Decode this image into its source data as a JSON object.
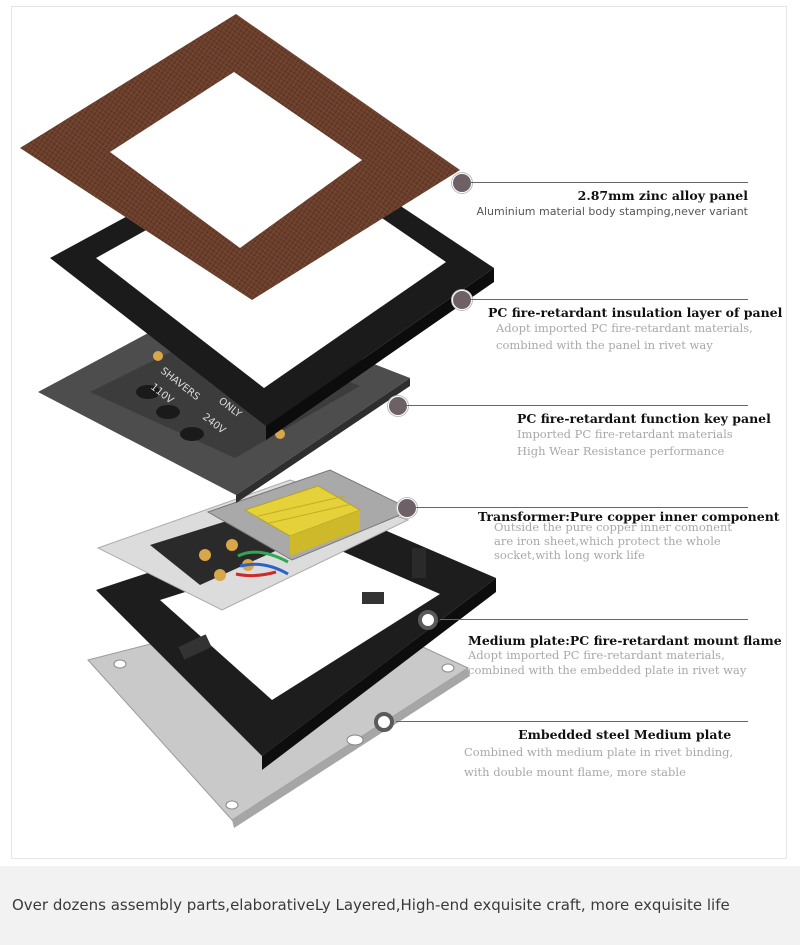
{
  "callouts": [
    {
      "title": "2.87mm zinc alloy panel",
      "lines": [
        "Aluminium material body stamping,never variant"
      ]
    },
    {
      "title": "PC fire-retardant insulation layer of panel",
      "lines": [
        "Adopt imported PC fire-retardant materials,",
        "combined with the panel in rivet way"
      ]
    },
    {
      "title": "PC fire-retardant  function key panel",
      "lines": [
        "Imported PC fire-retardant materials",
        "High Wear Resistance performance"
      ]
    },
    {
      "title": "Transformer:Pure copper inner component",
      "lines": [
        "Outside the pure copper inner comonent",
        "are iron sheet,which protect the whole",
        "socket,with long work life"
      ]
    },
    {
      "title": "Medium plate:PC fire-retardant mount flame",
      "lines": [
        "Adopt imported PC fire-retardant materials,",
        "combined with the embedded plate in rivet way"
      ]
    },
    {
      "title": "Embedded steel Medium plate",
      "lines": [
        "Combined with medium plate in rivet binding,",
        "with  double mount flame, more stable"
      ]
    }
  ],
  "socket_labels": {
    "left_volt": "110V",
    "right_volt": "240V",
    "left_word": "SHAVERS",
    "right_word": "ONLY"
  },
  "footer_text": "Over dozens assembly parts,elaborativeLy Layered,High-end exquisite craft,  more exquisite life",
  "colors": {
    "panel_brown": "#6b3f2c",
    "frame_black": "#1b1b1b",
    "key_panel_grey": "#4a4a4a",
    "transformer_yellow": "#e5d23a",
    "steel_plate": "#c8c8c8",
    "callout_dot": "#6d6066"
  }
}
